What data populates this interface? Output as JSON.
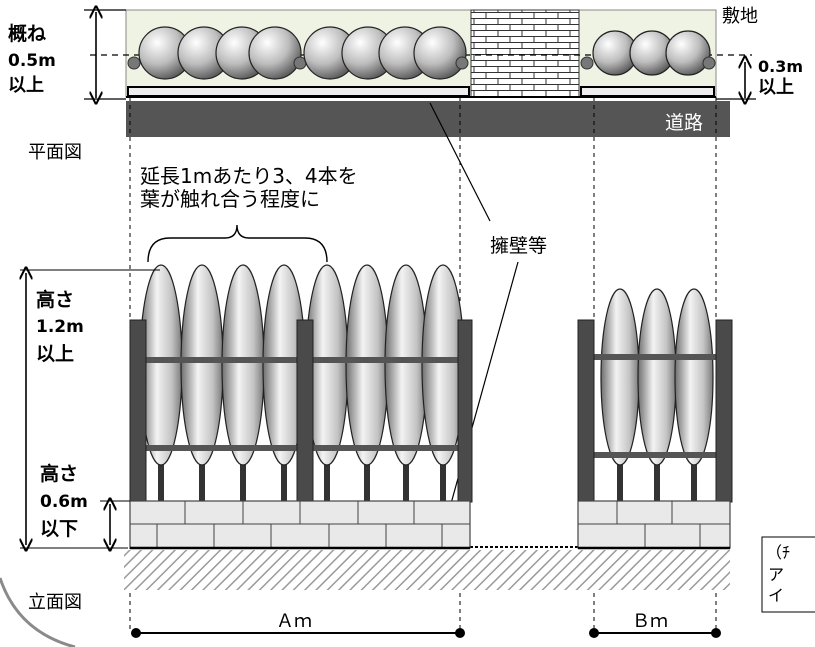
{
  "plan": {
    "site_label": "敷地",
    "road_label": "道路",
    "title": "平面図",
    "depth_left": [
      "概ね",
      "0.5m",
      "以上"
    ],
    "depth_right": [
      "0.3m",
      "以上"
    ]
  },
  "notes": {
    "spacing_line1": "延長1mあたり3、4本を",
    "spacing_line2": "葉が触れ合う程度に",
    "retaining_wall": "擁壁等"
  },
  "elevation": {
    "title": "立面図",
    "height_top": [
      "高さ",
      "1.2m",
      "以上"
    ],
    "height_bottom": [
      "高さ",
      "0.6m",
      "以下"
    ],
    "dim_a": "Ａｍ",
    "dim_b": "Ｂｍ"
  },
  "note_box": {
    "line1": "（ﾁ",
    "line2": "ア",
    "line3": "イ"
  },
  "colors": {
    "road": "#555555",
    "planting_strip": "#eef3e3",
    "post": "#4a4a4a",
    "rail": "#555555",
    "block": "#e9e9e9",
    "ground_hatch": "#9a9a9a"
  }
}
